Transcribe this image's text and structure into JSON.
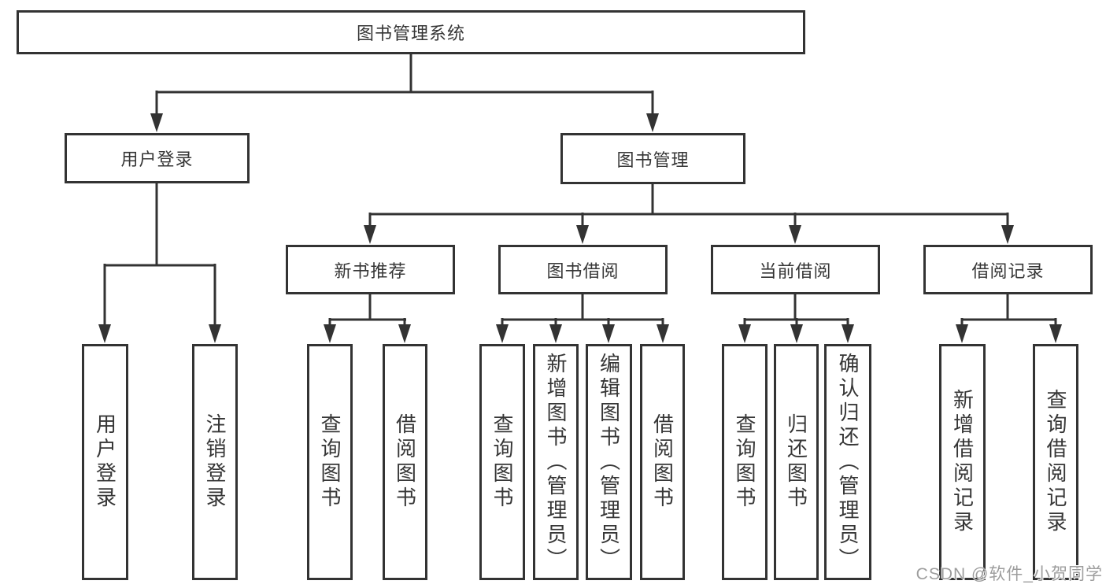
{
  "diagram": {
    "root": "图书管理系统",
    "level2": {
      "user_login": "用户登录",
      "book_management": "图书管理"
    },
    "level3": {
      "new_books": "新书推荐",
      "book_borrow": "图书借阅",
      "current_borrow": "当前借阅",
      "borrow_records": "借阅记录"
    },
    "leaves": {
      "user_login": "用户登录",
      "logout": "注销登录",
      "nb_query": "查询图书",
      "nb_borrow": "借阅图书",
      "bb_query": "查询图书",
      "bb_add": "新增图书（管理员）",
      "bb_edit": "编辑图书（管理员）",
      "bb_borrow": "借阅图书",
      "cb_query": "查询图书",
      "cb_return": "归还图书",
      "cb_confirm": "确认归还（管理员）",
      "br_add": "新增借阅记录",
      "br_query": "查询借阅记录"
    }
  },
  "watermark": {
    "text": "CSDN @软件_小贺同学"
  },
  "colors": {
    "line": "#333333",
    "border": "#333333",
    "text": "#363636",
    "watermark_text": "#9d9d9d",
    "background": "#ffffff"
  }
}
